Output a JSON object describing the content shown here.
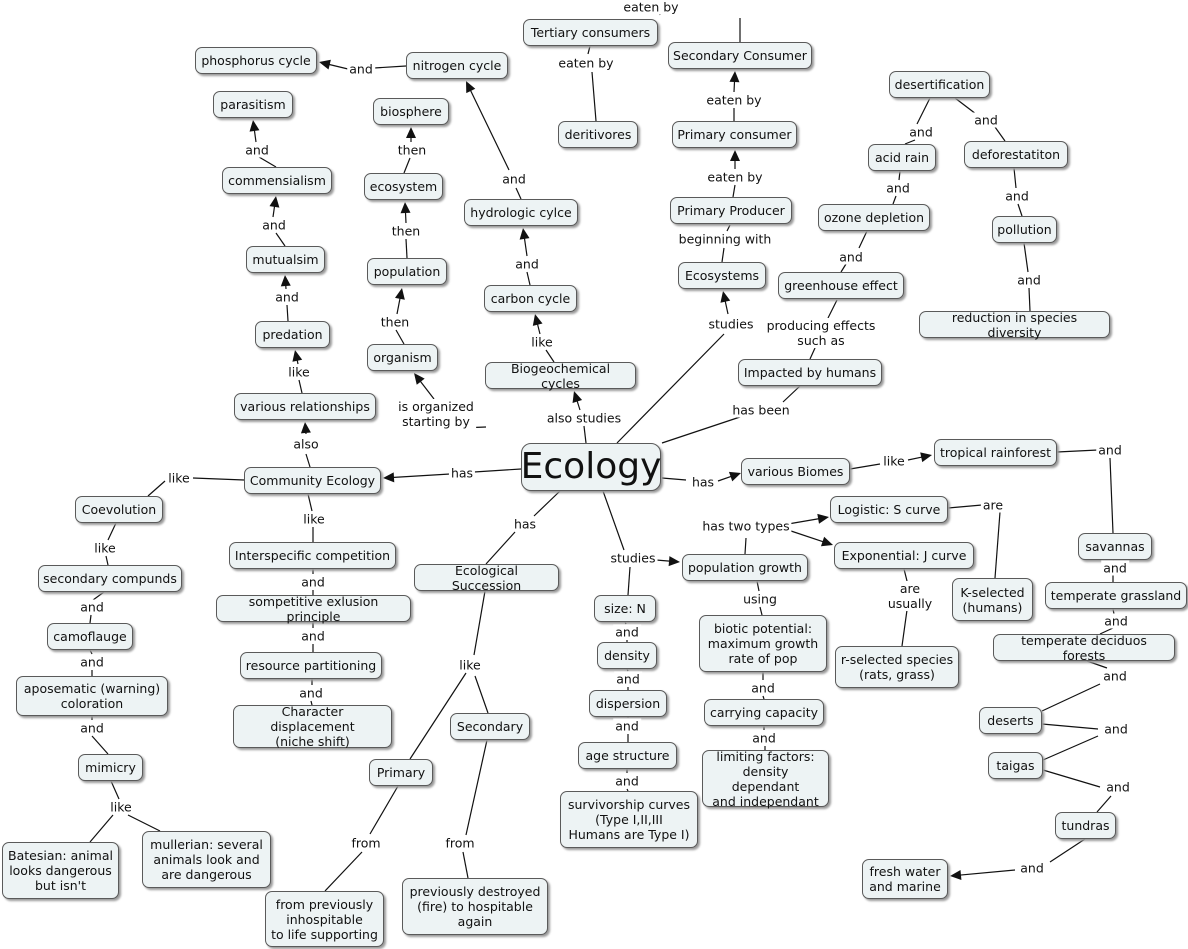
{
  "concepts": {
    "ecology": "Ecology",
    "community_ecology": "Community Ecology",
    "various_relationships": "various relationships",
    "predation": "predation",
    "mutualism": "mutualsim",
    "commensalism": "commensialism",
    "parasitism": "parasitism",
    "phosphorus_cycle": "phosphorus cycle",
    "nitrogen_cycle": "nitrogen cycle",
    "biosphere": "biosphere",
    "ecosystem": "ecosystem",
    "population": "population",
    "organism": "organism",
    "hydrologic_cycle": "hydrologic cylce",
    "carbon_cycle": "carbon cycle",
    "biogeochemical_cycles": "Biogeochemical cycles",
    "tertiary_consumers": "Tertiary consumers",
    "deritivores": "deritivores",
    "secondary_consumer": "Secondary Consumer",
    "primary_consumer": "Primary consumer",
    "primary_producer": "Primary Producer",
    "ecosystems": "Ecosystems",
    "desertification": "desertification",
    "acid_rain": "acid rain",
    "deforestation": "deforestatiton",
    "ozone_depletion": "ozone depletion",
    "pollution": "pollution",
    "greenhouse_effect": "greenhouse effect",
    "reduction_species_diversity": "reduction in species diversity",
    "impacted_by_humans": "Impacted by humans",
    "various_biomes": "various Biomes",
    "tropical_rainforest": "tropical rainforest",
    "logistic_s_curve": "Logistic: S curve",
    "exponential_j_curve": "Exponential: J curve",
    "k_selected": "K-selected\n(humans)",
    "r_selected": "r-selected species\n(rats, grass)",
    "population_growth": "population growth",
    "biotic_potential": "biotic potential:\nmaximum growth\nrate of pop",
    "carrying_capacity": "carrying capacity",
    "limiting_factors": "limiting factors:\ndensity dependant\nand independant",
    "size_n": "size: N",
    "density": "density",
    "dispersion": "dispersion",
    "age_structure": "age structure",
    "survivorship_curves": "survivorship curves\n(Type I,II,III\nHumans are Type I)",
    "ecological_succession": "Ecological Succession",
    "primary": "Primary",
    "secondary": "Secondary",
    "from_inhospitable": "from previously\ninhospitable\nto life supporting",
    "previously_destroyed": "previously destroyed\n(fire) to hospitable\nagain",
    "coevolution": "Coevolution",
    "secondary_compounds": "secondary compunds",
    "camouflage": "camoflauge",
    "aposematic": "aposematic (warning)\ncoloration",
    "mimicry": "mimicry",
    "batesian": "Batesian: animal\nlooks dangerous\nbut isn't",
    "mullerian": "mullerian: several\nanimals look and\nare dangerous",
    "interspecific_competition": "Interspecific competition",
    "competitive_exclusion": "sompetitive exlusion principle",
    "resource_partitioning": "resource partitioning",
    "character_displacement": "Character displacement\n(niche shift)",
    "savannas": "savannas",
    "temperate_grassland": "temperate grassland",
    "temperate_deciduous": "temperate deciduos forests",
    "deserts": "deserts",
    "taigas": "taigas",
    "tundras": "tundras",
    "fresh_water_marine": "fresh water\nand marine"
  },
  "linking_phrases": {
    "has_community": "has",
    "also_eco": "also",
    "like_rel": "like",
    "and_pred_mut": "and",
    "and_mut_com": "and",
    "and_com_par": "and",
    "and_nit_phos": "and",
    "organized_by": "is organized\nstarting by",
    "then_org_pop": "then",
    "then_pop_eco": "then",
    "then_eco_bio": "then",
    "also_studies": "also studies",
    "like_bio": "like",
    "and_car_hyd": "and",
    "and_hyd_nit": "and",
    "studies_eco": "studies",
    "beginning_with": "beginning with",
    "eaten_by_1": "eaten by",
    "eaten_by_2": "eaten by",
    "eaten_by_3": "eaten by",
    "eaten_by_4": "eaten by",
    "has_been": "has been",
    "producing_effects": "producing effects\nsuch as",
    "and_gre_ozo": "and",
    "and_ozo_aci": "and",
    "and_aci_des": "and",
    "and_des_def": "and",
    "and_def_pol": "and",
    "and_pol_red": "and",
    "has_biomes": "has",
    "like_biomes": "like",
    "and_trop_sav": "and",
    "and_sav_tg": "and",
    "and_tg_td": "and",
    "and_td_des": "and",
    "and_des_taig": "and",
    "and_taig_tun": "and",
    "and_tun_fw": "and",
    "studies_pop": "studies",
    "has_two_types": "has two types",
    "are": "are",
    "are_usually": "are\nusually",
    "using": "using",
    "and_bio_car": "and",
    "and_car_lim": "and",
    "and_size_den": "and",
    "and_den_dis": "and",
    "and_dis_age": "and",
    "and_age_surv": "and",
    "has_succession": "has",
    "like_succ": "like",
    "from_primary": "from",
    "from_secondary": "from",
    "like_coev": "like",
    "like_coev2": "like",
    "and_sc_cam": "and",
    "and_cam_apo": "and",
    "and_apo_mim": "and",
    "like_mim": "like",
    "like_inter": "like",
    "and_int_comp": "and",
    "and_comp_res": "and",
    "and_res_char": "and"
  },
  "colors": {
    "node_fill": "#edf3f4",
    "node_border": "#5a5a5a",
    "line": "#111111"
  }
}
